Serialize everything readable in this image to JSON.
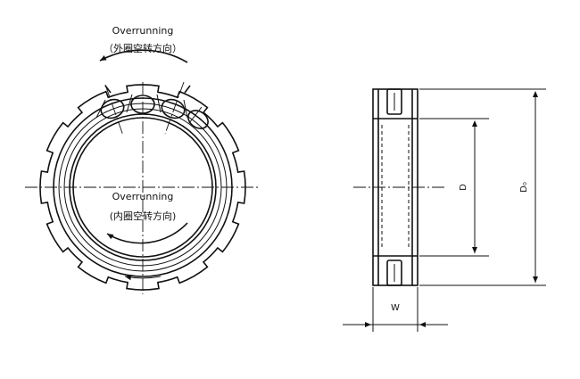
{
  "labels": {
    "outer_title": "Overrunning",
    "outer_sub": "（外圈空转方向）",
    "inner_title": "Overrunning",
    "inner_sub": "(内圈空转方向)"
  },
  "dimensions": {
    "width": "W",
    "bore": "D",
    "outer": "D₀"
  },
  "colors": {
    "line": "#111111",
    "background": "#ffffff"
  }
}
